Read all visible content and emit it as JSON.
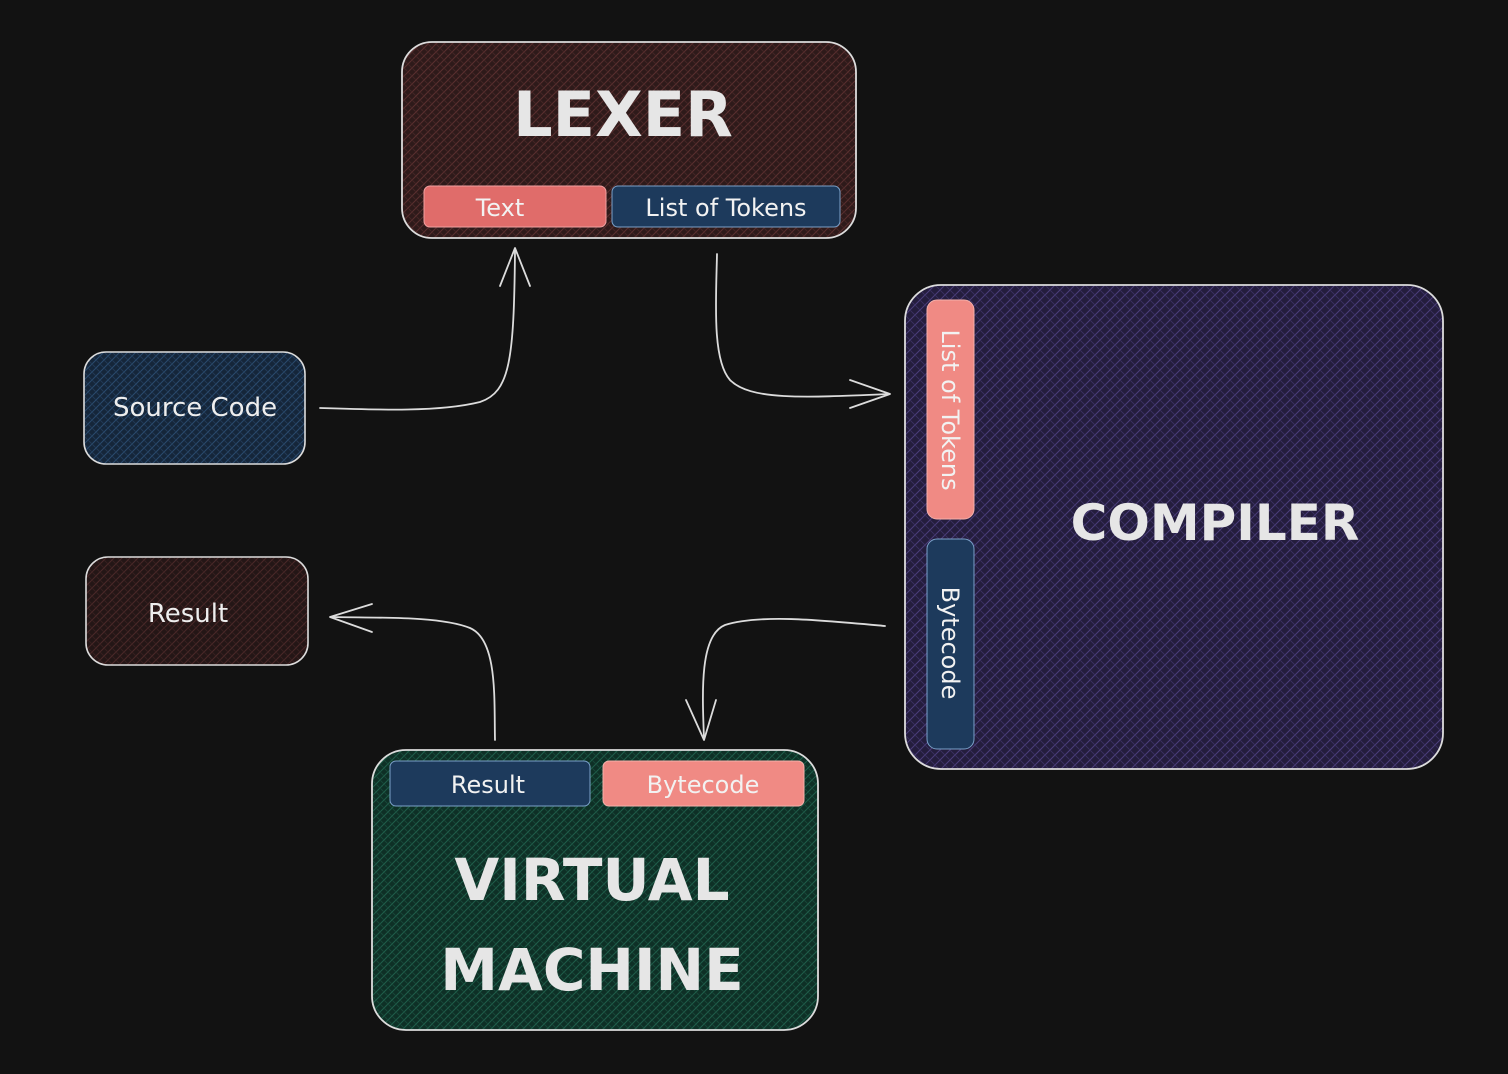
{
  "diagram": {
    "lexer": {
      "title": "LEXER",
      "input_label": "Text",
      "output_label": "List of Tokens"
    },
    "compiler": {
      "title": "COMPILER",
      "input_label": "List of Tokens",
      "output_label": "Bytecode"
    },
    "vm": {
      "title_line1": "VIRTUAL",
      "title_line2": "MACHINE",
      "output_label": "Result",
      "input_label": "Bytecode"
    },
    "source_code": {
      "label": "Source Code"
    },
    "result": {
      "label": "Result"
    }
  },
  "colors": {
    "background": "#121212",
    "stroke": "#dcdcdc",
    "lexer_fill": "#2e1a1a",
    "compiler_fill": "#241d3d",
    "vm_fill": "#0e3026",
    "source_fill": "#15263a",
    "result_fill": "#2a1a1a",
    "chip_red": "#e06c6a",
    "chip_blue": "#1d3a5c"
  }
}
